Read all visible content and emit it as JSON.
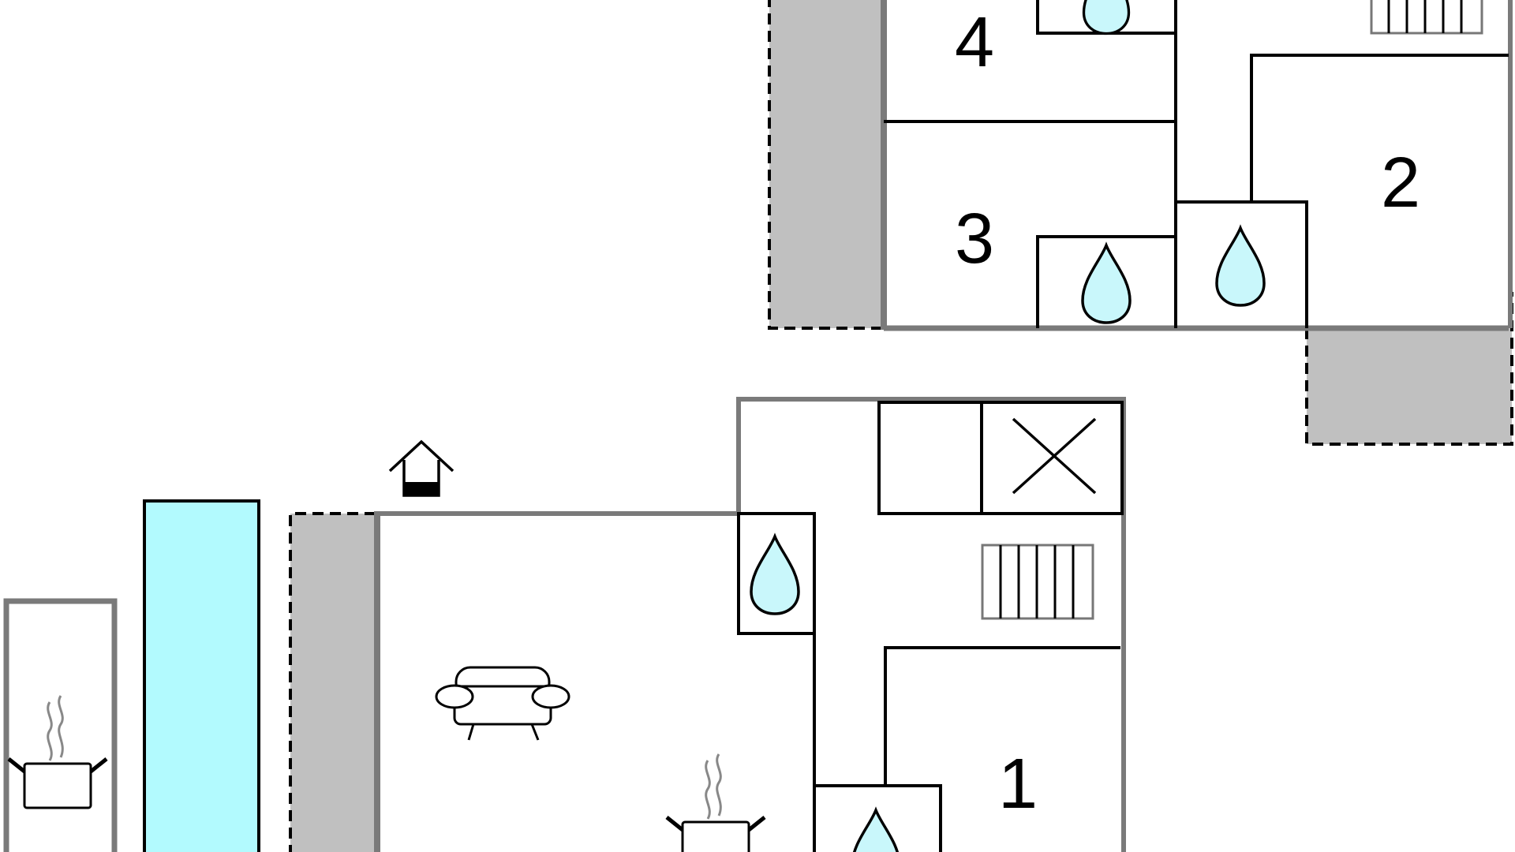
{
  "rooms": [
    {
      "number": "1"
    },
    {
      "number": "2"
    },
    {
      "number": "3"
    },
    {
      "number": "4"
    }
  ],
  "icons": {
    "bathroom": "water-drop-icon",
    "kitchen": "cooking-pot-icon",
    "living": "sofa-icon",
    "stairs": "stairs-icon",
    "entrance": "house-entrance-icon",
    "void": "void-cross-icon"
  },
  "colors": {
    "pool": "#b2fafe",
    "water_drop": "#c9f7fb",
    "terrace": "#c0c0c0",
    "wall_dark": "#000000",
    "wall_gray": "#7a7a7a"
  }
}
